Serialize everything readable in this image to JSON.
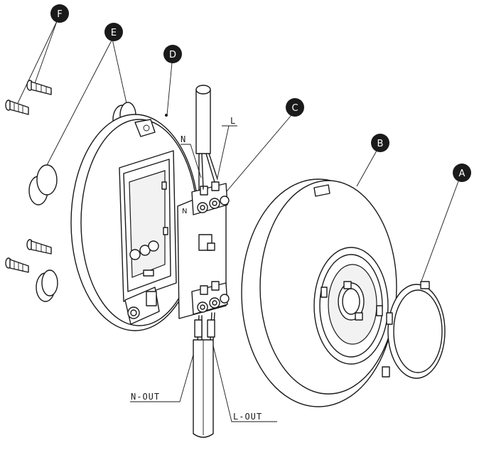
{
  "callouts": {
    "a": "A",
    "b": "B",
    "c": "C",
    "d": "D",
    "e": "E",
    "f": "F"
  },
  "wire_labels": {
    "n_in": "N",
    "l_in": "L",
    "n_out": "N-OUT",
    "l_out": "L-OUT"
  },
  "terminal_mark": "N"
}
